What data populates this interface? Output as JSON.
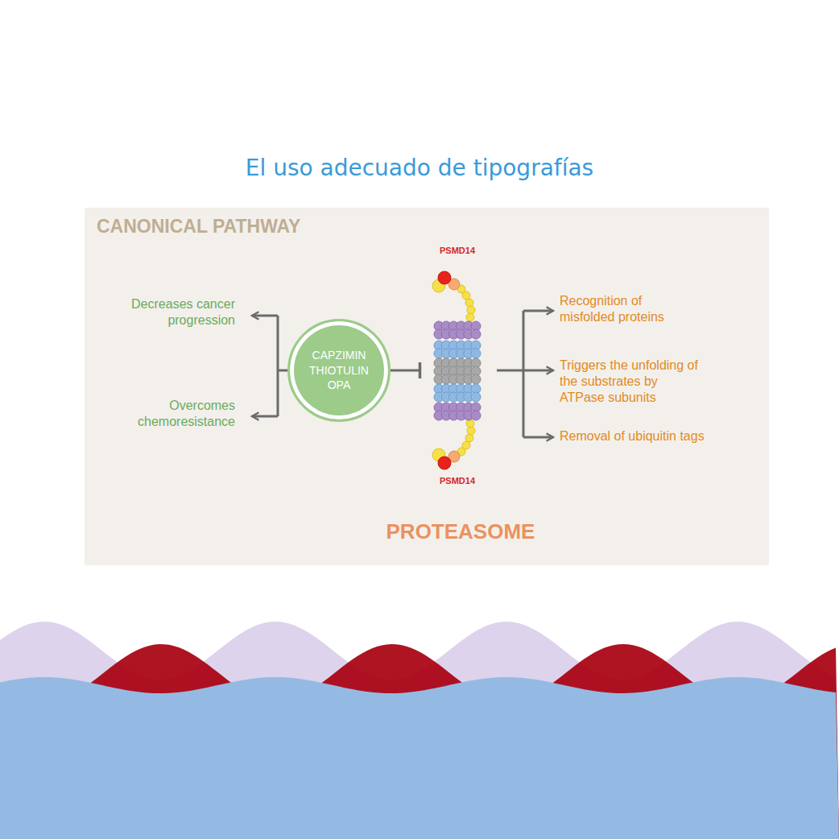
{
  "diagram": {
    "title": "El uso adecuado de tipografías",
    "nodes": [
      {
        "text": [
          "CANONICAL PATHWAY"
        ]
      },
      {
        "text": [
          "CAPZIMIN THIOTULIN OPA"
        ],
        "in": 0
      },
      {
        "text": [
          "PSMD14",
          "PSMD14"
        ],
        "in": 0
      }
    ],
    "edges": [
      {
        "from": 1,
        "to": 2,
        "arrow": "to"
      }
    ],
    "labels": [
      "Decreases cancer progression",
      "Overcomes chemoresistance",
      "Recognition of misfolded proteins",
      "Triggers the unfolding of the substrates by ATPase subunits",
      "Removal of ubiquitin tags",
      "PROTEASOME"
    ]
  }
}
